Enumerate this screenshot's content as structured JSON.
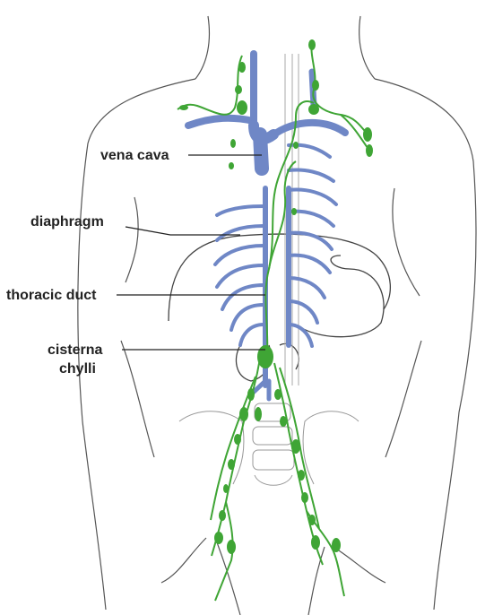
{
  "figure": {
    "labels": {
      "vena_cava": "vena cava",
      "diaphragm": "diaphragm",
      "thoracic_duct": "thoracic duct",
      "cisterna_line1": "cisterna",
      "cisterna_line2": "chylli"
    },
    "colors": {
      "vein": "#6f87c6",
      "lymph": "#3fa535",
      "outline": "#555555",
      "label": "#222222"
    }
  }
}
